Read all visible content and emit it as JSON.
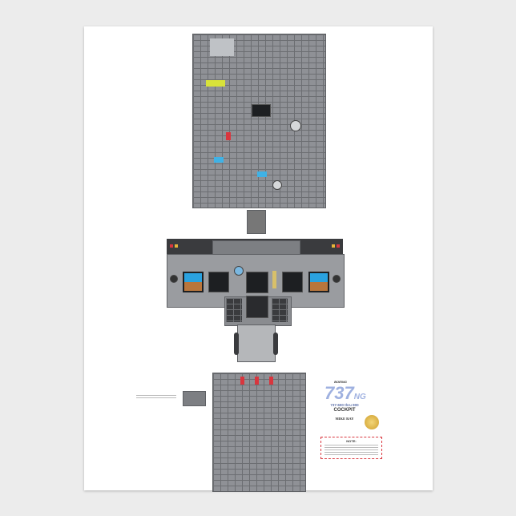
{
  "poster": {
    "brand": "BOEING",
    "model_logo": "737NG",
    "subtitle": "737-600 thru 900",
    "title": "COCKPIT",
    "author": "MIKE RAY",
    "note_heading": "NOTE:",
    "colors": {
      "panel": "#8f9196",
      "accent_red": "#d9363e",
      "seal_gold": "#e2b84a"
    }
  }
}
